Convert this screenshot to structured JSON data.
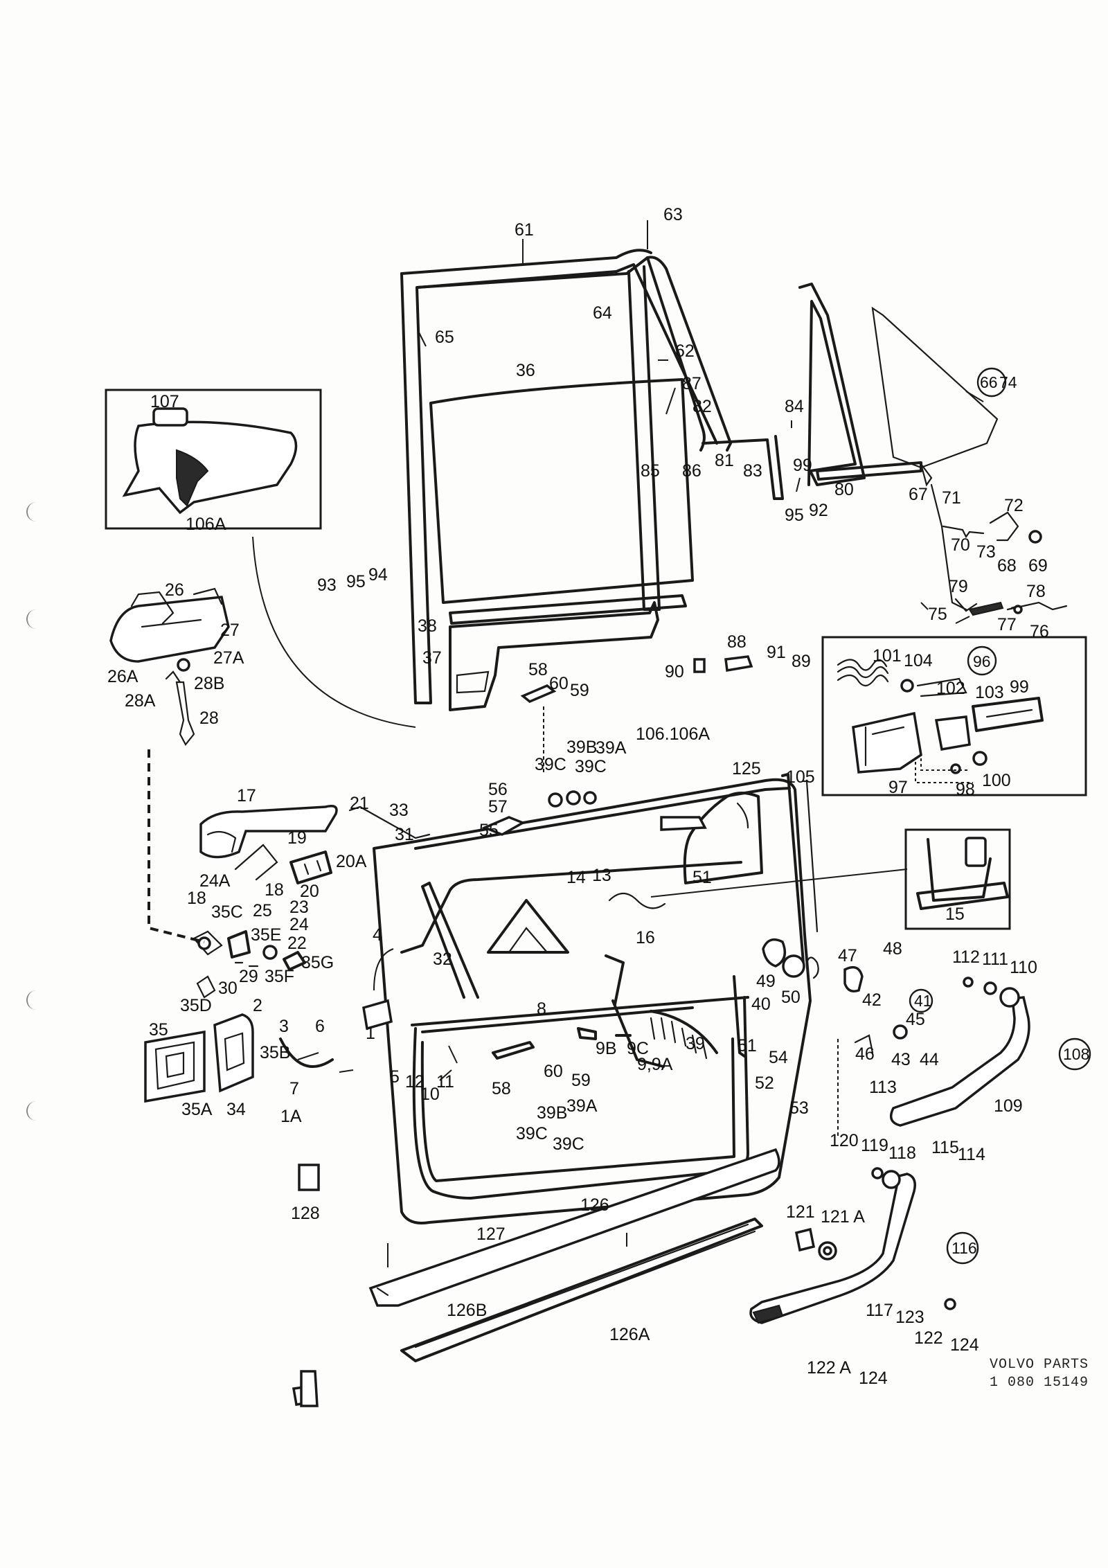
{
  "footer": {
    "brand": "VOLVO PARTS",
    "catalog_number": "1 080  15149"
  },
  "callouts": {
    "l61": "61",
    "l63": "63",
    "l64": "64",
    "l65": "65",
    "l62": "62",
    "l36": "36",
    "l87": "87",
    "l82": "82",
    "l84": "84",
    "l85": "85",
    "l86": "86",
    "l81": "81",
    "l83": "83",
    "l99a": "99",
    "l80": "80",
    "l95a": "95",
    "l92": "92",
    "l67": "67",
    "l71": "71",
    "l72": "72",
    "l70": "70",
    "l73": "73",
    "l68": "68",
    "l69": "69",
    "l79": "79",
    "l78": "78",
    "l75": "75",
    "l77": "77",
    "l76": "76",
    "l66": "66",
    "l74": "74",
    "l107": "107",
    "l106A_top": "106A",
    "l93": "93",
    "l95b": "95",
    "l94": "94",
    "l26": "26",
    "l27": "27",
    "l27A": "27A",
    "l26A": "26A",
    "l28B": "28B",
    "l28A": "28A",
    "l28": "28",
    "l38": "38",
    "l37": "37",
    "l58a": "58",
    "l60a": "60",
    "l59a": "59",
    "l106": "106.106A",
    "l88": "88",
    "l91": "91",
    "l89": "89",
    "l90": "90",
    "l101": "101",
    "l104": "104",
    "l96": "96",
    "l102": "102",
    "l103": "103",
    "l99b": "99",
    "l97": "97",
    "l98": "98",
    "l100": "100",
    "l39Ca": "39C",
    "l39Ba": "39B",
    "l39Cb": "39C",
    "l39Aa": "39A",
    "l56": "56",
    "l57": "57",
    "l55": "55",
    "l125": "125",
    "l105": "105",
    "l17": "17",
    "l21": "21",
    "l33": "33",
    "l31": "31",
    "l19": "19",
    "l20A": "20A",
    "l24Aa": "24A",
    "l18a": "18",
    "l18b": "18",
    "l20": "20",
    "l35C": "35C",
    "l25": "25",
    "l23": "23",
    "l24": "24",
    "l22": "22",
    "l35E": "35E",
    "l35F": "35F",
    "l35G": "35G",
    "l29": "29",
    "l30": "30",
    "l35D": "35D",
    "l4": "4",
    "l32": "32",
    "l14": "14",
    "l13": "13",
    "l16": "16",
    "l51a": "51",
    "l15": "15",
    "l47": "47",
    "l48": "48",
    "l112": "112",
    "l111": "111",
    "l110": "110",
    "l49": "49",
    "l50": "50",
    "l40": "40",
    "l42": "42",
    "l41": "41",
    "l45": "45",
    "l46": "46",
    "l43": "43",
    "l44": "44",
    "l108": "108",
    "l2": "2",
    "l3": "3",
    "l6": "6",
    "l1": "1",
    "l8": "8",
    "l9B": "9B",
    "l9C": "9C",
    "l99A": "9,9A",
    "l39": "39",
    "l51b": "51",
    "l54": "54",
    "l52": "52",
    "l53": "53",
    "l35": "35",
    "l35B": "35B",
    "l7": "7",
    "l35A": "35A",
    "l34": "34",
    "l1A": "1A",
    "l5": "5",
    "l12": "12",
    "l10": "10",
    "l11": "11",
    "l60b": "60",
    "l59b": "59",
    "l58b": "58",
    "l39Bb": "39B",
    "l39Ab": "39A",
    "l39Cc": "39C",
    "l39Cd": "39C",
    "l113": "113",
    "l109": "109",
    "l115": "115",
    "l114": "114",
    "l120": "120",
    "l119": "119",
    "l118": "118",
    "l128": "128",
    "l126": "126",
    "l127": "127",
    "l121": "121",
    "l121A": "121 A",
    "l116": "116",
    "l117": "117",
    "l123": "123",
    "l122": "122",
    "l124a": "124",
    "l126B": "126B",
    "l126A": "126A",
    "l122A": "122 A",
    "l124b": "124"
  }
}
